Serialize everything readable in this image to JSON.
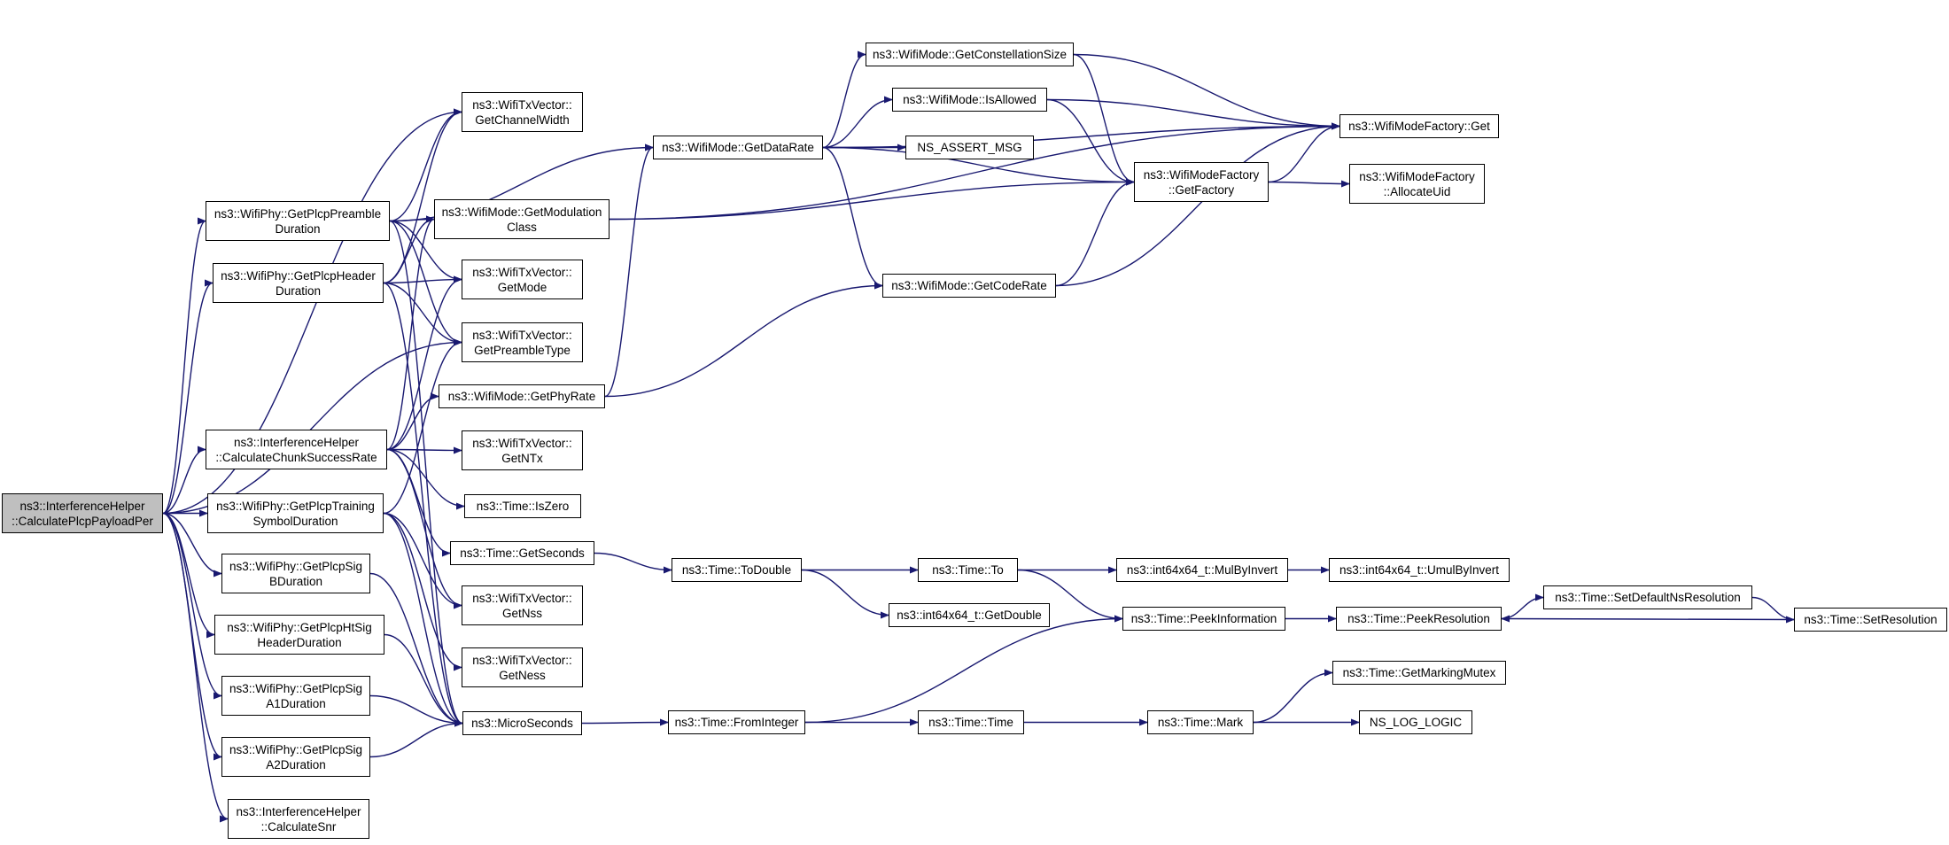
{
  "graph": {
    "root": "n_root",
    "edge_color": "#191970",
    "root_fill": "#bfbfbf",
    "nodes": [
      {
        "id": "n_root",
        "lines": [
          "ns3::InterferenceHelper",
          "::CalculatePlcpPayloadPer"
        ]
      },
      {
        "id": "n_preamble",
        "lines": [
          "ns3::WifiPhy::GetPlcpPreamble",
          "Duration"
        ]
      },
      {
        "id": "n_header",
        "lines": [
          "ns3::WifiPhy::GetPlcpHeader",
          "Duration"
        ]
      },
      {
        "id": "n_chunk",
        "lines": [
          "ns3::InterferenceHelper",
          "::CalculateChunkSuccessRate"
        ]
      },
      {
        "id": "n_training",
        "lines": [
          "ns3::WifiPhy::GetPlcpTraining",
          "SymbolDuration"
        ]
      },
      {
        "id": "n_sigb",
        "lines": [
          "ns3::WifiPhy::GetPlcpSig",
          "BDuration"
        ]
      },
      {
        "id": "n_htsig",
        "lines": [
          "ns3::WifiPhy::GetPlcpHtSig",
          "HeaderDuration"
        ]
      },
      {
        "id": "n_siga1",
        "lines": [
          "ns3::WifiPhy::GetPlcpSig",
          "A1Duration"
        ]
      },
      {
        "id": "n_siga2",
        "lines": [
          "ns3::WifiPhy::GetPlcpSig",
          "A2Duration"
        ]
      },
      {
        "id": "n_snr",
        "lines": [
          "ns3::InterferenceHelper",
          "::CalculateSnr"
        ]
      },
      {
        "id": "n_chwidth",
        "lines": [
          "ns3::WifiTxVector::",
          "GetChannelWidth"
        ]
      },
      {
        "id": "n_modclass",
        "lines": [
          "ns3::WifiMode::GetModulation",
          "Class"
        ]
      },
      {
        "id": "n_getmode",
        "lines": [
          "ns3::WifiTxVector::",
          "GetMode"
        ]
      },
      {
        "id": "n_pretype",
        "lines": [
          "ns3::WifiTxVector::",
          "GetPreambleType"
        ]
      },
      {
        "id": "n_phyrate",
        "lines": [
          "ns3::WifiMode::GetPhyRate"
        ]
      },
      {
        "id": "n_ntx",
        "lines": [
          "ns3::WifiTxVector::",
          "GetNTx"
        ]
      },
      {
        "id": "n_iszero",
        "lines": [
          "ns3::Time::IsZero"
        ]
      },
      {
        "id": "n_getsec",
        "lines": [
          "ns3::Time::GetSeconds"
        ]
      },
      {
        "id": "n_nss",
        "lines": [
          "ns3::WifiTxVector::",
          "GetNss"
        ]
      },
      {
        "id": "n_ness",
        "lines": [
          "ns3::WifiTxVector::",
          "GetNess"
        ]
      },
      {
        "id": "n_micro",
        "lines": [
          "ns3::MicroSeconds"
        ]
      },
      {
        "id": "n_datarate",
        "lines": [
          "ns3::WifiMode::GetDataRate"
        ]
      },
      {
        "id": "n_constsize",
        "lines": [
          "ns3::WifiMode::GetConstellationSize"
        ]
      },
      {
        "id": "n_isallowed",
        "lines": [
          "ns3::WifiMode::IsAllowed"
        ]
      },
      {
        "id": "n_assert",
        "lines": [
          "NS_ASSERT_MSG"
        ]
      },
      {
        "id": "n_coderate",
        "lines": [
          "ns3::WifiMode::GetCodeRate"
        ]
      },
      {
        "id": "n_getfactory",
        "lines": [
          "ns3::WifiModeFactory",
          "::GetFactory"
        ]
      },
      {
        "id": "n_factoryget",
        "lines": [
          "ns3::WifiModeFactory::Get"
        ]
      },
      {
        "id": "n_alloc",
        "lines": [
          "ns3::WifiModeFactory",
          "::AllocateUid"
        ]
      },
      {
        "id": "n_todouble",
        "lines": [
          "ns3::Time::ToDouble"
        ]
      },
      {
        "id": "n_timeto",
        "lines": [
          "ns3::Time::To"
        ]
      },
      {
        "id": "n_getdouble",
        "lines": [
          "ns3::int64x64_t::GetDouble"
        ]
      },
      {
        "id": "n_mulbyinv",
        "lines": [
          "ns3::int64x64_t::MulByInvert"
        ]
      },
      {
        "id": "n_umulbyinv",
        "lines": [
          "ns3::int64x64_t::UmulByInvert"
        ]
      },
      {
        "id": "n_peekinfo",
        "lines": [
          "ns3::Time::PeekInformation"
        ]
      },
      {
        "id": "n_peekres",
        "lines": [
          "ns3::Time::PeekResolution"
        ]
      },
      {
        "id": "n_setdefres",
        "lines": [
          "ns3::Time::SetDefaultNsResolution"
        ]
      },
      {
        "id": "n_setres",
        "lines": [
          "ns3::Time::SetResolution"
        ]
      },
      {
        "id": "n_fromint",
        "lines": [
          "ns3::Time::FromInteger"
        ]
      },
      {
        "id": "n_timetime",
        "lines": [
          "ns3::Time::Time"
        ]
      },
      {
        "id": "n_mark",
        "lines": [
          "ns3::Time::Mark"
        ]
      },
      {
        "id": "n_markmutex",
        "lines": [
          "ns3::Time::GetMarkingMutex"
        ]
      },
      {
        "id": "n_loglogic",
        "lines": [
          "NS_LOG_LOGIC"
        ]
      }
    ],
    "edges": [
      [
        "n_root",
        "n_preamble"
      ],
      [
        "n_root",
        "n_header"
      ],
      [
        "n_root",
        "n_chunk"
      ],
      [
        "n_root",
        "n_training"
      ],
      [
        "n_root",
        "n_sigb"
      ],
      [
        "n_root",
        "n_htsig"
      ],
      [
        "n_root",
        "n_siga1"
      ],
      [
        "n_root",
        "n_siga2"
      ],
      [
        "n_root",
        "n_snr"
      ],
      [
        "n_root",
        "n_chwidth"
      ],
      [
        "n_root",
        "n_pretype"
      ],
      [
        "n_preamble",
        "n_chwidth"
      ],
      [
        "n_preamble",
        "n_modclass"
      ],
      [
        "n_preamble",
        "n_getmode"
      ],
      [
        "n_preamble",
        "n_pretype"
      ],
      [
        "n_preamble",
        "n_datarate"
      ],
      [
        "n_preamble",
        "n_micro"
      ],
      [
        "n_header",
        "n_chwidth"
      ],
      [
        "n_header",
        "n_modclass"
      ],
      [
        "n_header",
        "n_getmode"
      ],
      [
        "n_header",
        "n_pretype"
      ],
      [
        "n_header",
        "n_micro"
      ],
      [
        "n_chunk",
        "n_phyrate"
      ],
      [
        "n_chunk",
        "n_ntx"
      ],
      [
        "n_chunk",
        "n_iszero"
      ],
      [
        "n_chunk",
        "n_getsec"
      ],
      [
        "n_chunk",
        "n_nss"
      ],
      [
        "n_chunk",
        "n_modclass"
      ],
      [
        "n_chunk",
        "n_getmode"
      ],
      [
        "n_training",
        "n_pretype"
      ],
      [
        "n_training",
        "n_micro"
      ],
      [
        "n_training",
        "n_nss"
      ],
      [
        "n_training",
        "n_ness"
      ],
      [
        "n_sigb",
        "n_micro"
      ],
      [
        "n_htsig",
        "n_micro"
      ],
      [
        "n_siga1",
        "n_micro"
      ],
      [
        "n_siga2",
        "n_micro"
      ],
      [
        "n_modclass",
        "n_getfactory"
      ],
      [
        "n_modclass",
        "n_factoryget"
      ],
      [
        "n_phyrate",
        "n_datarate"
      ],
      [
        "n_phyrate",
        "n_coderate"
      ],
      [
        "n_datarate",
        "n_constsize"
      ],
      [
        "n_datarate",
        "n_isallowed"
      ],
      [
        "n_datarate",
        "n_assert"
      ],
      [
        "n_datarate",
        "n_coderate"
      ],
      [
        "n_datarate",
        "n_getfactory"
      ],
      [
        "n_datarate",
        "n_factoryget"
      ],
      [
        "n_constsize",
        "n_getfactory"
      ],
      [
        "n_constsize",
        "n_factoryget"
      ],
      [
        "n_isallowed",
        "n_getfactory"
      ],
      [
        "n_isallowed",
        "n_factoryget"
      ],
      [
        "n_coderate",
        "n_getfactory"
      ],
      [
        "n_coderate",
        "n_factoryget"
      ],
      [
        "n_getfactory",
        "n_factoryget"
      ],
      [
        "n_getfactory",
        "n_alloc"
      ],
      [
        "n_getsec",
        "n_todouble"
      ],
      [
        "n_todouble",
        "n_timeto"
      ],
      [
        "n_todouble",
        "n_getdouble"
      ],
      [
        "n_timeto",
        "n_mulbyinv"
      ],
      [
        "n_timeto",
        "n_peekinfo"
      ],
      [
        "n_mulbyinv",
        "n_umulbyinv"
      ],
      [
        "n_peekinfo",
        "n_peekres"
      ],
      [
        "n_peekres",
        "n_setdefres"
      ],
      [
        "n_setdefres",
        "n_setres"
      ],
      [
        "n_setres",
        "n_peekres"
      ],
      [
        "n_micro",
        "n_fromint"
      ],
      [
        "n_fromint",
        "n_peekinfo"
      ],
      [
        "n_fromint",
        "n_timetime"
      ],
      [
        "n_timetime",
        "n_mark"
      ],
      [
        "n_mark",
        "n_markmutex"
      ],
      [
        "n_mark",
        "n_loglogic"
      ]
    ]
  }
}
